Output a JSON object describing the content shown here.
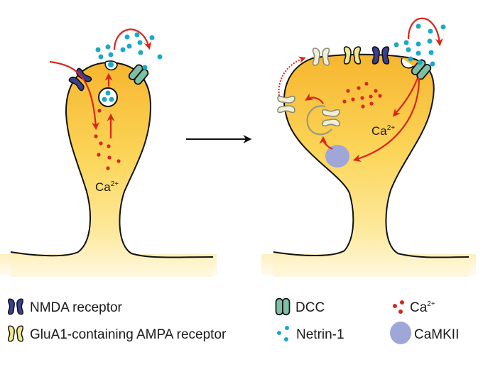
{
  "diagram": {
    "title": "Netrin-1/DCC signaling promotes GluA1 AMPA receptor insertion in dendritic spines",
    "panels": [
      {
        "id": "before",
        "ca_label": "Ca",
        "ca_superscript": "2+"
      },
      {
        "id": "after",
        "ca_label": "Ca",
        "ca_superscript": "2+"
      }
    ],
    "transition_arrow": "arrow-right",
    "colors": {
      "spine_fill_top": "#f6b62e",
      "spine_fill_bottom": "#fff6d6",
      "outline": "#111111",
      "nmda": "#3a3f8f",
      "glua1": "#f0e88a",
      "ampa_internal": "#f2eed6",
      "dcc": "#7fbfa6",
      "netrin": "#1aa9c8",
      "calcium": "#d8261c",
      "camkii": "#9fa6d8",
      "arrow": "#d8261c"
    }
  },
  "legend": {
    "items": [
      {
        "key": "nmda",
        "label": "NMDA receptor",
        "icon": "nmda-receptor-icon"
      },
      {
        "key": "glua1",
        "label": "GluA1-containing AMPA receptor",
        "icon": "ampa-receptor-icon"
      },
      {
        "key": "dcc",
        "label": "DCC",
        "icon": "dcc-icon"
      },
      {
        "key": "netrin",
        "label": "Netrin-1",
        "icon": "netrin-dots-icon"
      },
      {
        "key": "calcium",
        "label": "Ca",
        "superscript": "2+",
        "icon": "calcium-dots-icon"
      },
      {
        "key": "camkii",
        "label": "CaMKII",
        "icon": "camkii-icon"
      }
    ]
  }
}
